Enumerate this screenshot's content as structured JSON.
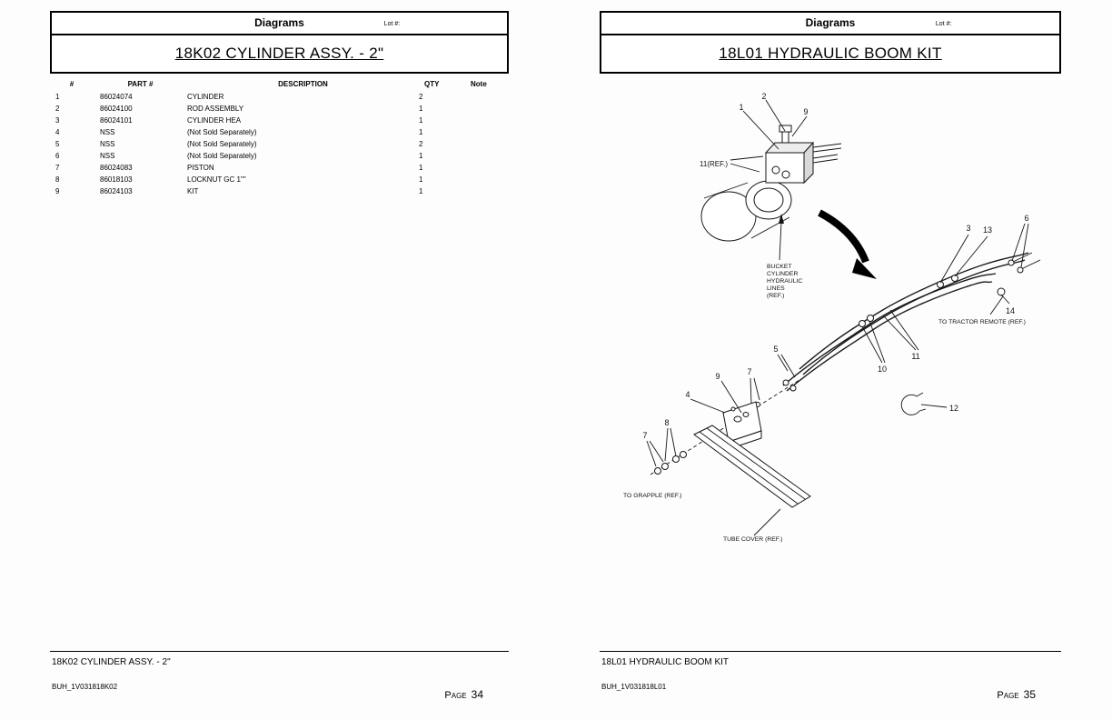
{
  "left": {
    "header": {
      "title": "Diagrams",
      "lot_label": "Lot #:"
    },
    "title": "18K02 CYLINDER ASSY. - 2\"",
    "table": {
      "headers": {
        "num": "#",
        "part": "PART #",
        "desc": "DESCRIPTION",
        "qty": "QTY",
        "note": "Note"
      },
      "rows": [
        {
          "num": "1",
          "part": "86024074",
          "desc": "CYLINDER",
          "qty": "2",
          "note": ""
        },
        {
          "num": "2",
          "part": "86024100",
          "desc": "ROD ASSEMBLY",
          "qty": "1",
          "note": ""
        },
        {
          "num": "3",
          "part": "86024101",
          "desc": "CYLINDER HEA",
          "qty": "1",
          "note": ""
        },
        {
          "num": "4",
          "part": "NSS",
          "desc": "(Not Sold Separately)",
          "qty": "1",
          "note": ""
        },
        {
          "num": "5",
          "part": "NSS",
          "desc": "(Not Sold Separately)",
          "qty": "2",
          "note": ""
        },
        {
          "num": "6",
          "part": "NSS",
          "desc": "(Not Sold Separately)",
          "qty": "1",
          "note": ""
        },
        {
          "num": "7",
          "part": "86024083",
          "desc": "PISTON",
          "qty": "1",
          "note": ""
        },
        {
          "num": "8",
          "part": "86018103",
          "desc": "LOCKNUT GC 1\"\"",
          "qty": "1",
          "note": ""
        },
        {
          "num": "9",
          "part": "86024103",
          "desc": "KIT",
          "qty": "1",
          "note": ""
        }
      ]
    },
    "footer": {
      "title": "18K02 CYLINDER ASSY. - 2\"",
      "doc_code": "BUH_1V031818K02",
      "page_label": "Page",
      "page_number": "34"
    }
  },
  "right": {
    "header": {
      "title": "Diagrams",
      "lot_label": "Lot #:"
    },
    "title": "18L01 HYDRAULIC BOOM KIT",
    "diagram": {
      "callouts": [
        "1",
        "2",
        "9",
        "11(REF.)",
        "3",
        "13",
        "6",
        "14",
        "5",
        "7",
        "9",
        "10",
        "11",
        "4",
        "8",
        "7",
        "12"
      ],
      "labels": {
        "bucket_lines": [
          "BUCKET",
          "CYLINDER",
          "HYDRAULIC",
          "LINES",
          "(REF.)"
        ],
        "tractor_remote": "TO TRACTOR REMOTE (REF.)",
        "grapple": "TO GRAPPLE (REF.)",
        "tube_cover": "TUBE COVER (REF.)"
      }
    },
    "footer": {
      "title": "18L01 HYDRAULIC BOOM KIT",
      "doc_code": "BUH_1V031818L01",
      "page_label": "Page",
      "page_number": "35"
    }
  }
}
